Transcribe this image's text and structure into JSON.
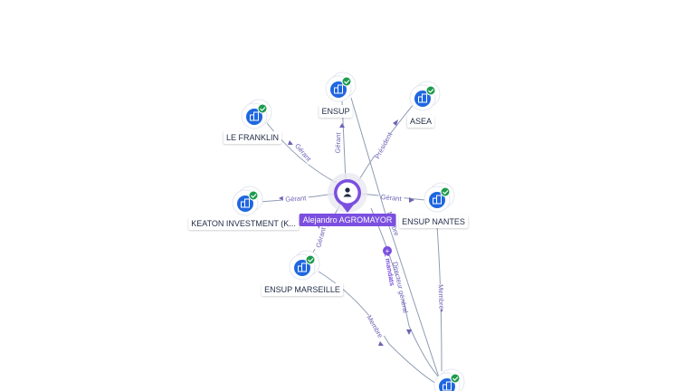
{
  "person": {
    "name": "Alejandro AGROMAYOR"
  },
  "companies": [
    {
      "id": "ensup",
      "name": "ENSUP"
    },
    {
      "id": "asea",
      "name": "ASEA"
    },
    {
      "id": "franklin",
      "name": "LE FRANKLIN"
    },
    {
      "id": "keaton",
      "name": "KEATON INVESTMENT (K..."
    },
    {
      "id": "nantes",
      "name": "ENSUP NANTES"
    },
    {
      "id": "marseille",
      "name": "ENSUP MARSEILLE"
    },
    {
      "id": "bottom",
      "name": ""
    }
  ],
  "relations": [
    {
      "id": "r-ensup",
      "label": "Gérant"
    },
    {
      "id": "r-asea",
      "label": "Président"
    },
    {
      "id": "r-franklin",
      "label": "Gérant"
    },
    {
      "id": "r-keaton",
      "label": "Gérant"
    },
    {
      "id": "r-nantes",
      "label": "Gérant"
    },
    {
      "id": "r-marseille",
      "label": "Gérant"
    },
    {
      "id": "r-membre1",
      "label": "Membre"
    },
    {
      "id": "r-directeur",
      "label": "Directeur général"
    },
    {
      "id": "r-membre-marseille",
      "label": "Membre"
    },
    {
      "id": "r-membre-nantes",
      "label": "Membre"
    }
  ],
  "badge": {
    "plus": "+",
    "text": "2 mandats"
  },
  "colors": {
    "person": "#7b4fe0",
    "company": "#1f66e0",
    "check": "#1e9b4f",
    "edge": "#8f9bb3",
    "edge_label": "#6c63b5"
  },
  "icons": {
    "company": "building-icon",
    "person": "user-icon",
    "check": "check-icon"
  }
}
